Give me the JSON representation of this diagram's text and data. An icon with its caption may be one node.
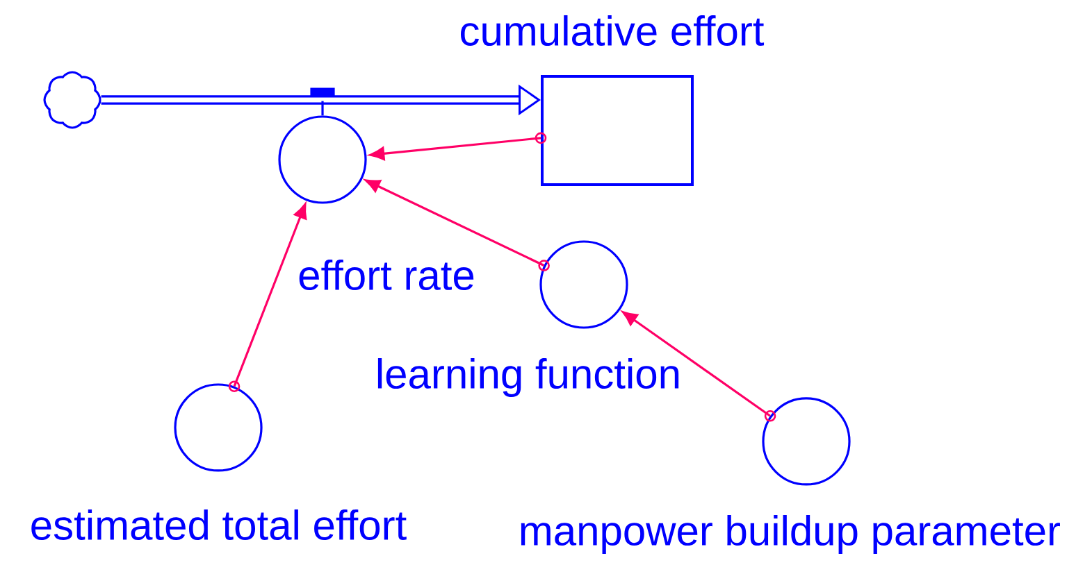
{
  "diagram": {
    "nodes": [
      {
        "text": [],
        "shape": "cloud"
      },
      {
        "text": [
          "cumulative effort"
        ]
      },
      {
        "text": [
          "effort rate"
        ]
      },
      {
        "text": [
          "learning function"
        ]
      },
      {
        "text": [
          "estimated total effort"
        ]
      },
      {
        "text": [
          "manpower buildup parameter"
        ]
      },
      {
        "text": [],
        "shape": "bar"
      }
    ],
    "edges": [
      {
        "from": 0,
        "to": 1,
        "arrow": "to",
        "style": "thick",
        "color": "#0000ff"
      },
      {
        "from": 1,
        "to": 2,
        "arrow": "to"
      },
      {
        "from": 3,
        "to": 2,
        "arrow": "to"
      },
      {
        "from": 4,
        "to": 2,
        "arrow": "to"
      },
      {
        "from": 5,
        "to": 3,
        "arrow": "to"
      },
      {
        "from": 6,
        "to": 2,
        "arrow": "none",
        "color": "#0000ff"
      }
    ]
  }
}
